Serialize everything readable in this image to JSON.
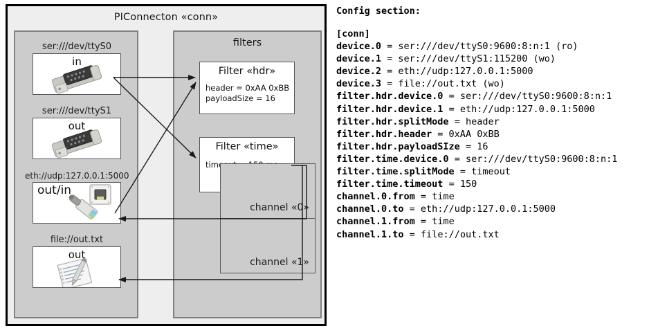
{
  "diagram": {
    "title": "PIConnecton «conn»",
    "devices_group": {
      "title": "",
      "items": [
        {
          "caption": "ser:///dev/ttyS0",
          "label": "in",
          "icon": "serial-port-icon"
        },
        {
          "caption": "ser:///dev/ttyS1",
          "label": "out",
          "icon": "serial-port-icon"
        },
        {
          "caption": "eth://udp:127.0.0.1:5000",
          "label": "out/in",
          "icon": "ethernet-plug-icon"
        },
        {
          "caption": "file://out.txt",
          "label": "out",
          "icon": "text-file-icon"
        }
      ]
    },
    "filters_group": {
      "title": "filters",
      "filters": [
        {
          "title": "Filter «hdr»",
          "props": [
            "header = 0xAA 0xBB",
            "payloadSize = 16"
          ]
        },
        {
          "title": "Filter «time»",
          "props": [
            "timeout = 150 ms"
          ]
        }
      ],
      "channels": [
        {
          "label": "channel «0»"
        },
        {
          "label": "channel «1»"
        }
      ]
    },
    "colors": {
      "frame_border": "#000000",
      "frame_fill": "#eeeeee",
      "group_fill": "#cccccc",
      "group_border": "#808080",
      "box_fill": "#ffffff",
      "box_border": "#555555",
      "arrow": "#1a1a1a"
    }
  },
  "config": {
    "heading": "Config section:",
    "lines": [
      {
        "key": "[conn]",
        "value": ""
      },
      {
        "key": "device.0",
        "value": " = ser:///dev/ttyS0:9600:8:n:1 (ro)"
      },
      {
        "key": "device.1",
        "value": " = ser:///dev/ttyS1:115200 (wo)"
      },
      {
        "key": "device.2",
        "value": " = eth://udp:127.0.0.1:5000"
      },
      {
        "key": "device.3",
        "value": " = file://out.txt (wo)"
      },
      {
        "key": "filter.hdr.device.0",
        "value": " = ser:///dev/ttyS0:9600:8:n:1"
      },
      {
        "key": "filter.hdr.device.1",
        "value": " = eth://udp:127.0.0.1:5000"
      },
      {
        "key": "filter.hdr.splitMode",
        "value": " = header"
      },
      {
        "key": "filter.hdr.header",
        "value": " = 0xAA 0xBB"
      },
      {
        "key": "filter.hdr.payloadSIze",
        "value": " = 16"
      },
      {
        "key": "filter.time.device.0",
        "value": " = ser:///dev/ttyS0:9600:8:n:1"
      },
      {
        "key": "filter.time.splitMode",
        "value": " = timeout"
      },
      {
        "key": "filter.time.timeout",
        "value": " = 150"
      },
      {
        "key": "channel.0.from",
        "value": " = time"
      },
      {
        "key": "channel.0.to",
        "value": " = eth://udp:127.0.0.1:5000"
      },
      {
        "key": "channel.1.from",
        "value": " = time"
      },
      {
        "key": "channel.1.to",
        "value": " = file://out.txt"
      }
    ]
  }
}
